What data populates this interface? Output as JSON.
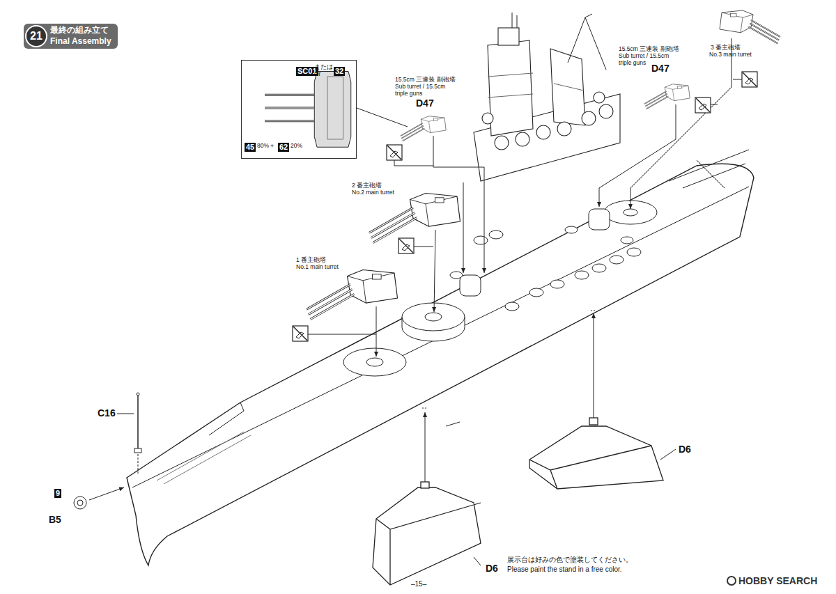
{
  "diagram": {
    "title": "最終の組み立て",
    "nodes": [
      {
        "text": [
          "SC01",
          "または Or",
          "32",
          "45",
          "80%＋",
          "62",
          "20%"
        ]
      }
    ],
    "labels": [
      "Final Assembly",
      "21",
      "15.5cm 三連装 副砲塔",
      "Sub turret / 15.5cm triple guns",
      "D47",
      "2 番主砲塔",
      "No.2 main turret",
      "1 番主砲塔",
      "No.1 main turret",
      "15.5cm 三連装 副砲塔",
      "Sub turret / 15.5cm triple guns",
      "D47",
      "3 番主砲塔",
      "No.3 main turret",
      "C16",
      "9",
      "B5",
      "D6",
      "D6",
      "展示台は好みの色で塗装してください。",
      "Please paint the stand in a free color.",
      "–15–",
      "HOBBY SEARCH"
    ]
  }
}
